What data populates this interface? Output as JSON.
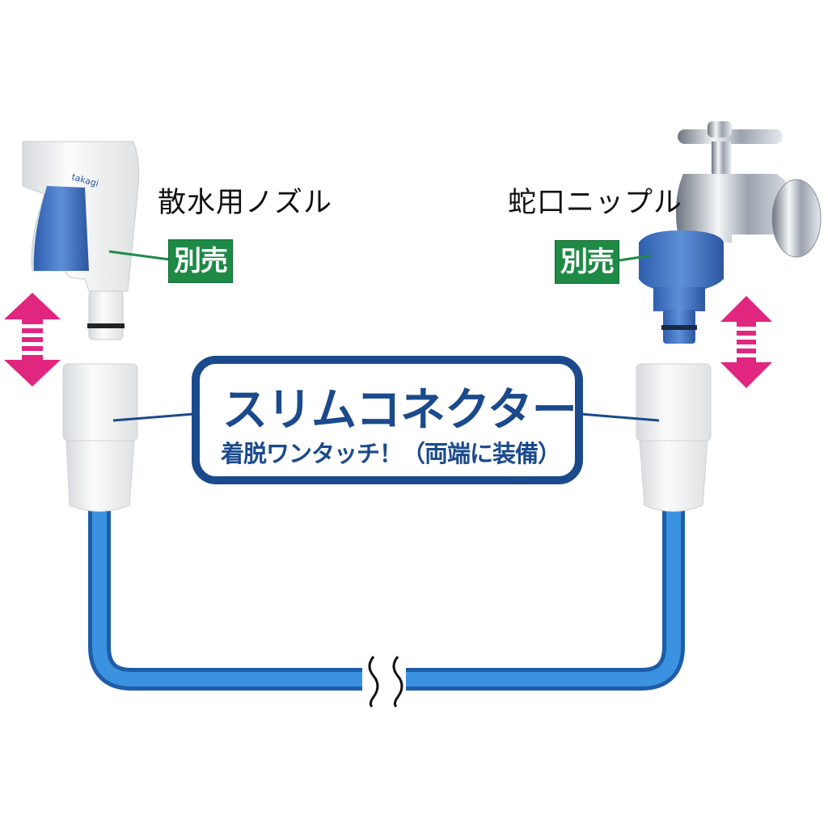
{
  "left_product": {
    "name": "散水用ノズル",
    "badge": "別売",
    "brand": "takagi"
  },
  "right_product": {
    "name": "蛇口ニップル",
    "badge": "別売"
  },
  "connector": {
    "title": "スリムコネクター",
    "subtitle": "着脱ワンタッチ！（両端に装備）"
  },
  "colors": {
    "navy": "#1b4a8c",
    "green_badge": "#1e8a45",
    "hose_blue": "#2b7fd0",
    "arrow_pink": "#e0267e"
  }
}
